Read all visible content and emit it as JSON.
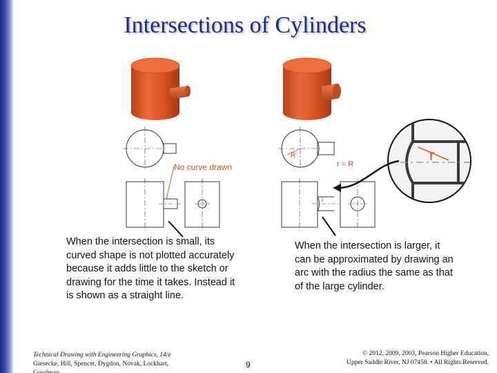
{
  "slide": {
    "title": "Intersections of Cylinders",
    "colors": {
      "accent": "#1a2b8c",
      "cylinder": "#e2562a",
      "annotation": "#d9532b"
    }
  },
  "figure_left": {
    "annotation": "No curve drawn"
  },
  "figure_right": {
    "label_R": "R",
    "label_r_eq_R": "r = R",
    "label_r": "r",
    "zoom_label": "r"
  },
  "captions": {
    "left": "When the intersection is small, its curved shape is not plotted accurately because it adds little to the sketch or drawing for the time it takes. Instead it is shown as a straight line.",
    "right": "When the intersection is larger, it can be approximated by drawing an arc with the radius the same as that of the large cylinder."
  },
  "footer": {
    "book_title": "Technical Drawing with Engineering Graphics, 14/e",
    "authors": "Giesecke, Hill, Spencer, Dygdon, Novak, Lockhart, Goodman",
    "page_number": "9",
    "copyright_line1": "© 2012, 2009, 2003, Pearson Higher Education,",
    "copyright_line2": "Upper Saddle River, NJ 07458. • All Rights Reserved."
  }
}
